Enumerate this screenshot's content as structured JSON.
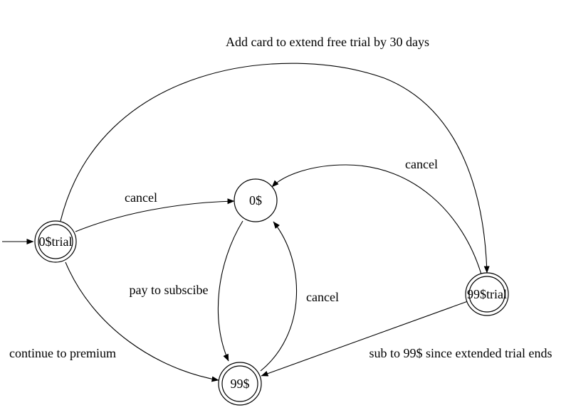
{
  "states": {
    "s0trial": {
      "label": "0$trial",
      "accepting": true
    },
    "s0": {
      "label": "0$",
      "accepting": false
    },
    "s99trial": {
      "label": "99$trial",
      "accepting": true
    },
    "s99": {
      "label": "99$",
      "accepting": true
    }
  },
  "transitions": {
    "t_extend_trial": {
      "label": "Add card to extend free trial by 30 days"
    },
    "t_cancel_from_trial": {
      "label": "cancel"
    },
    "t_cancel_from_ext_trial": {
      "label": "cancel"
    },
    "t_pay_to_subscribe": {
      "label": "pay to subscibe"
    },
    "t_cancel_from_99": {
      "label": "cancel"
    },
    "t_continue_to_premium": {
      "label": "continue to premium"
    },
    "t_sub_after_ext_trial": {
      "label": "sub to 99$ since extended trial ends"
    }
  },
  "colors": {
    "stroke": "#000000",
    "background": "#ffffff"
  }
}
